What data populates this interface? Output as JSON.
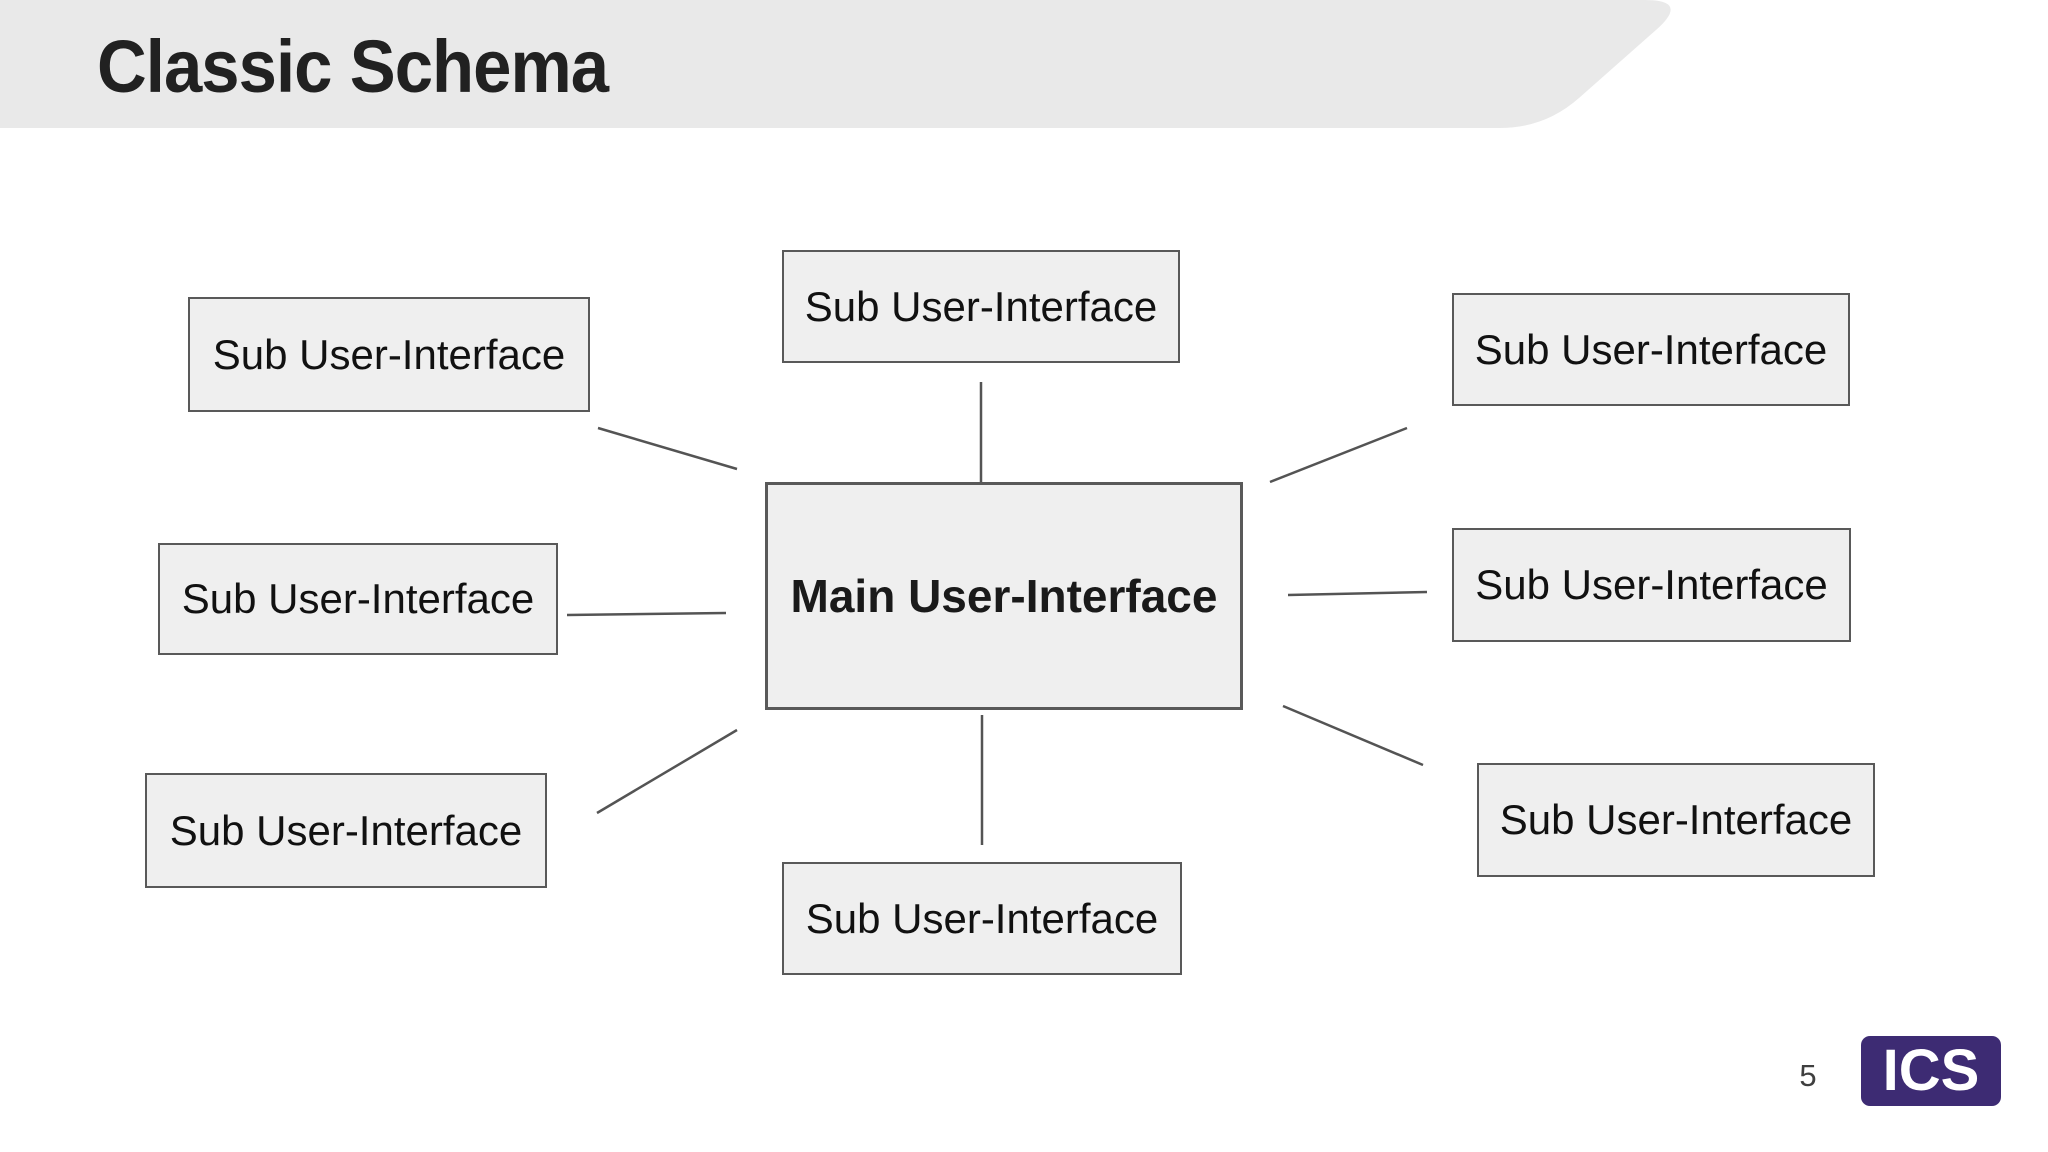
{
  "slide": {
    "title": "Classic Schema",
    "page_number": "5"
  },
  "diagram": {
    "main_label": "Main User-Interface",
    "subs": [
      {
        "label": "Sub User-Interface"
      },
      {
        "label": "Sub User-Interface"
      },
      {
        "label": "Sub User-Interface"
      },
      {
        "label": "Sub User-Interface"
      },
      {
        "label": "Sub User-Interface"
      },
      {
        "label": "Sub User-Interface"
      },
      {
        "label": "Sub User-Interface"
      },
      {
        "label": "Sub User-Interface"
      }
    ]
  },
  "logo": {
    "text": "ICS"
  },
  "colors": {
    "header_bg": "#e9e9e9",
    "box_fill": "#efefef",
    "box_border": "#595959",
    "connector": "#545454",
    "title_text": "#212121",
    "box_text": "#111111",
    "page_number_text": "#3f3f3f",
    "logo_bg": "#3d2b73",
    "logo_text": "#ffffff"
  }
}
